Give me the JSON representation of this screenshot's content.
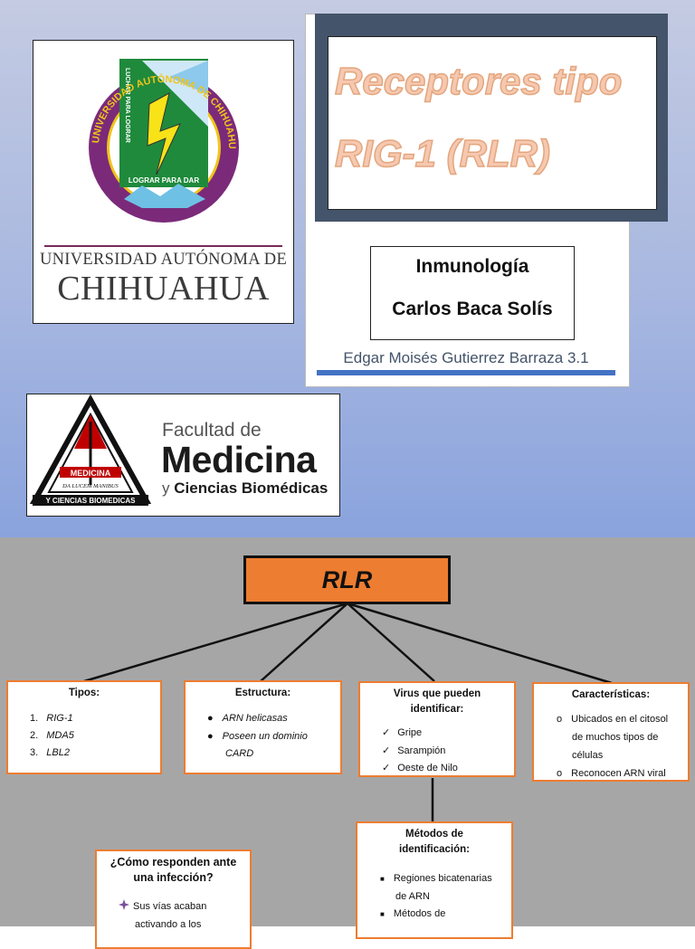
{
  "cover": {
    "uach": {
      "name_line1": "UNIVERSIDAD AUTÓNOMA DE",
      "name_line2": "CHIHUAHUA",
      "seal_ring_text": "UNIVERSIDAD AUTÓNOMA DE CHIHUAHUA",
      "seal_motto_side": "LUCHAR PARA LOGRAR",
      "seal_motto_bottom": "LOGRAR PARA DAR"
    },
    "title": {
      "line1": "Receptores tipo",
      "line2": "RIG-1 (RLR)"
    },
    "course": {
      "subject": "Inmunología",
      "teacher": "Carlos Baca Solís"
    },
    "student": "Edgar Moisés Gutierrez Barraza 3.1",
    "faculty": {
      "line1": "Facultad de",
      "line2": "Medicina",
      "line3_prefix": "y",
      "line3_rest": "Ciencias Biomédicas",
      "emblem_band": "MEDICINA",
      "emblem_base": "Y CIENCIAS BIOMEDICAS",
      "emblem_motto": "DA LUCEM MANIBUS"
    }
  },
  "map": {
    "root": "RLR",
    "tipos": {
      "title": "Tipos:",
      "items": [
        "RIG-1",
        "MDA5",
        "LBL2"
      ],
      "markers": [
        "1.",
        "2.",
        "3."
      ]
    },
    "estructura": {
      "title": "Estructura:",
      "items": [
        "ARN helicasas",
        "Poseen un dominio",
        "CARD"
      ],
      "bullet": "●"
    },
    "virus": {
      "title_l1": "Virus que pueden",
      "title_l2": "identificar:",
      "items": [
        "Gripe",
        "Sarampión",
        "Oeste de Nilo"
      ],
      "bullet": "✓"
    },
    "caracteristicas": {
      "title": "Características:",
      "items": [
        "Ubicados en el citosol",
        "de muchos tipos de",
        "células",
        "Reconocen ARN viral"
      ],
      "bullet": "o"
    },
    "metodos": {
      "title_l1": "Métodos de",
      "title_l2": "identificación:",
      "items": [
        "Regiones bicatenarias",
        "de ARN",
        "Métodos de"
      ],
      "bullet": "■"
    },
    "respuesta": {
      "title_l1": "¿Cómo responden ante",
      "title_l2": "una infección?",
      "items": [
        "Sus vías acaban",
        "activando a los"
      ]
    }
  },
  "colors": {
    "accent_orange": "#ed7d31",
    "title_frame": "#44546a",
    "student_bar": "#4472c4",
    "bottom_bg": "#a6a6a6"
  }
}
